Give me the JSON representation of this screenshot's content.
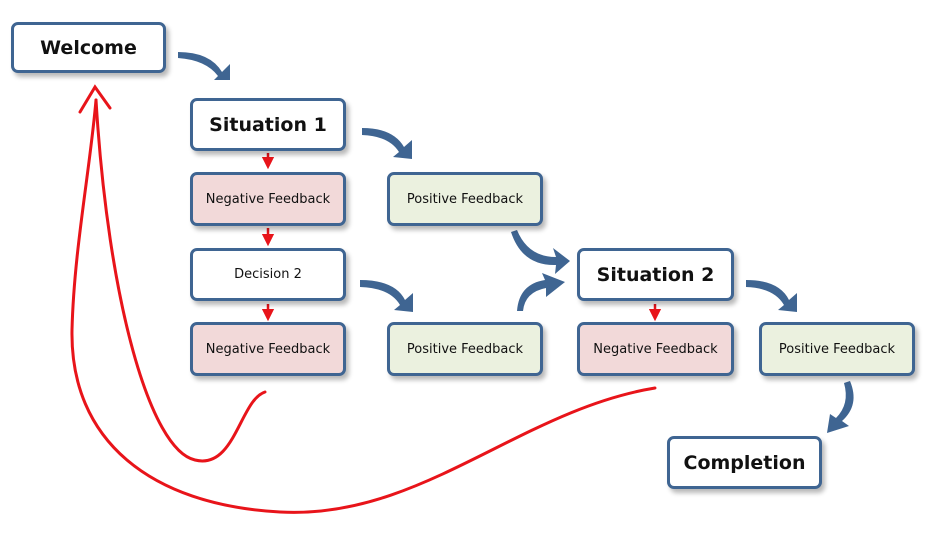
{
  "nodes": {
    "welcome": "Welcome",
    "situation1": "Situation 1",
    "neg_feedback_1": "Negative Feedback",
    "pos_feedback_1": "Positive Feedback",
    "decision2": "Decision 2",
    "neg_feedback_2": "Negative Feedback",
    "pos_feedback_2": "Positive Feedback",
    "situation2": "Situation 2",
    "neg_feedback_3": "Negative Feedback",
    "pos_feedback_3": "Positive Feedback",
    "completion": "Completion"
  },
  "colors": {
    "border": "#3f6592",
    "blue_arrow": "#3f6592",
    "red_arrow": "#e8141a",
    "negative_fill": "#f2d9d9",
    "positive_fill": "#ebf1df"
  }
}
